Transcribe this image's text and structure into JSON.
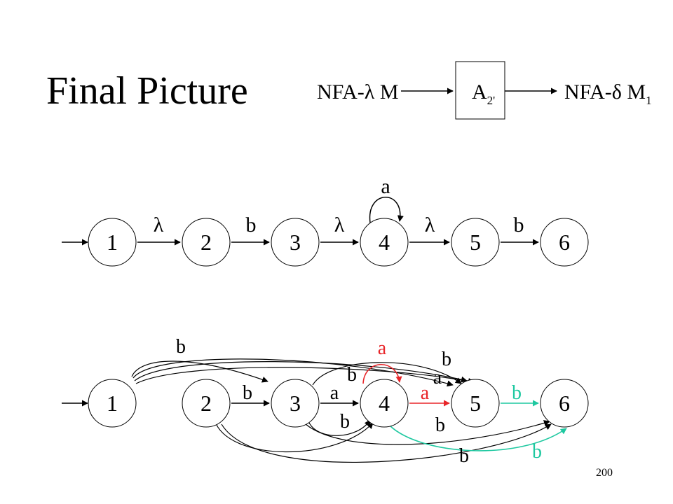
{
  "title": "Final Picture",
  "pipeline": {
    "input": {
      "prefix": "NFA-",
      "symbol": "λ",
      "suffix": " M"
    },
    "box": {
      "main": "A",
      "sub": "2'"
    },
    "output": {
      "prefix": "NFA-",
      "symbol": "δ",
      "suffix": " M",
      "sub": "1"
    }
  },
  "upper_automaton": {
    "states": [
      "1",
      "2",
      "3",
      "4",
      "5",
      "6"
    ],
    "labels": {
      "e12": "λ",
      "e23": "b",
      "e34": "λ",
      "loop4": "a",
      "e45": "λ",
      "e56": "b"
    }
  },
  "lower_automaton": {
    "states": [
      "1",
      "2",
      "3",
      "4",
      "5",
      "6"
    ],
    "labels": {
      "e1_3": "b",
      "e1_5": "b",
      "e2_3": "b",
      "e3_4": "a",
      "e3_5": "b",
      "e4_5_red": "a",
      "loop4_red": "a",
      "e4_4_a": "a",
      "e3_4_b": "b",
      "e3_6": "b",
      "e4_6_teal": "b",
      "e5_6_teal": "b",
      "e2_6": "b"
    }
  },
  "colors": {
    "black": "#000000",
    "red": "#e8262a",
    "teal": "#1ec8a0"
  },
  "page_number": "200"
}
